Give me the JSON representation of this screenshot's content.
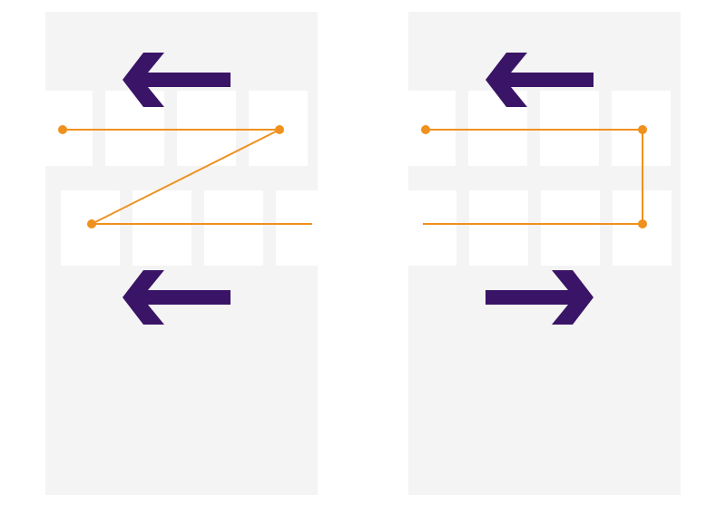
{
  "colors": {
    "background": "#ffffff",
    "panel": "#f4f4f4",
    "card": "#ffffff",
    "arrow": "#3a1466",
    "path_line": "#f0901e",
    "path_dot": "#f0901e"
  },
  "panels": [
    {
      "name": "left",
      "top_arrow_direction": "left",
      "bottom_arrow_direction": "left",
      "path_style": "zigzag"
    },
    {
      "name": "right",
      "top_arrow_direction": "left",
      "bottom_arrow_direction": "right",
      "path_style": "u-turn"
    }
  ],
  "icons": [
    "arrow-left-icon",
    "arrow-right-icon"
  ]
}
